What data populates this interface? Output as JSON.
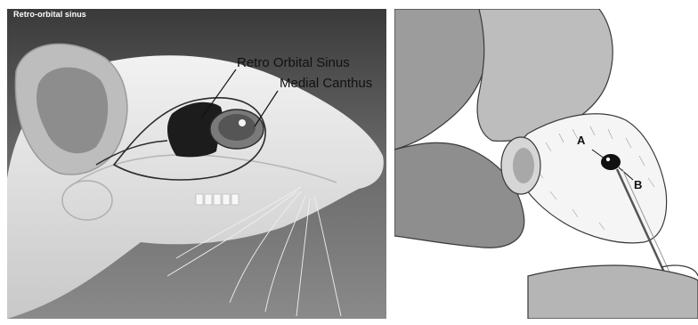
{
  "left_panel": {
    "caption": "Retro-orbital sinus",
    "labels": {
      "retro_orbital_sinus": "Retro Orbital Sinus",
      "medial_canthus": "Medial Canthus"
    }
  },
  "right_panel": {
    "labels": {
      "a": "A",
      "b": "B"
    }
  }
}
